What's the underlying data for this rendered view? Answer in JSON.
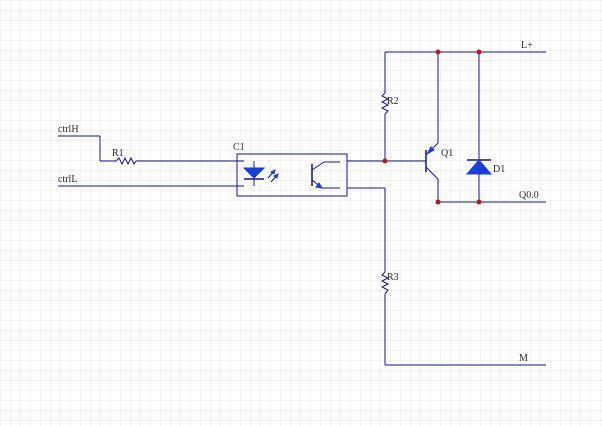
{
  "colors": {
    "background": "#ffffff",
    "grid": "#e6e6e6",
    "wire": "#14148c",
    "component_fill": "#1a3fd6",
    "junction": "#a8201a",
    "text": "#2a2a2a"
  },
  "nets": {
    "ctrlH": "ctrlH",
    "ctrlL": "ctrlL",
    "l_plus": "L+",
    "q00": "Q0.0",
    "m": "M"
  },
  "components": {
    "r1": "R1",
    "r2": "R2",
    "r3": "R3",
    "c1": "C1",
    "q1": "Q1",
    "d1": "D1"
  }
}
